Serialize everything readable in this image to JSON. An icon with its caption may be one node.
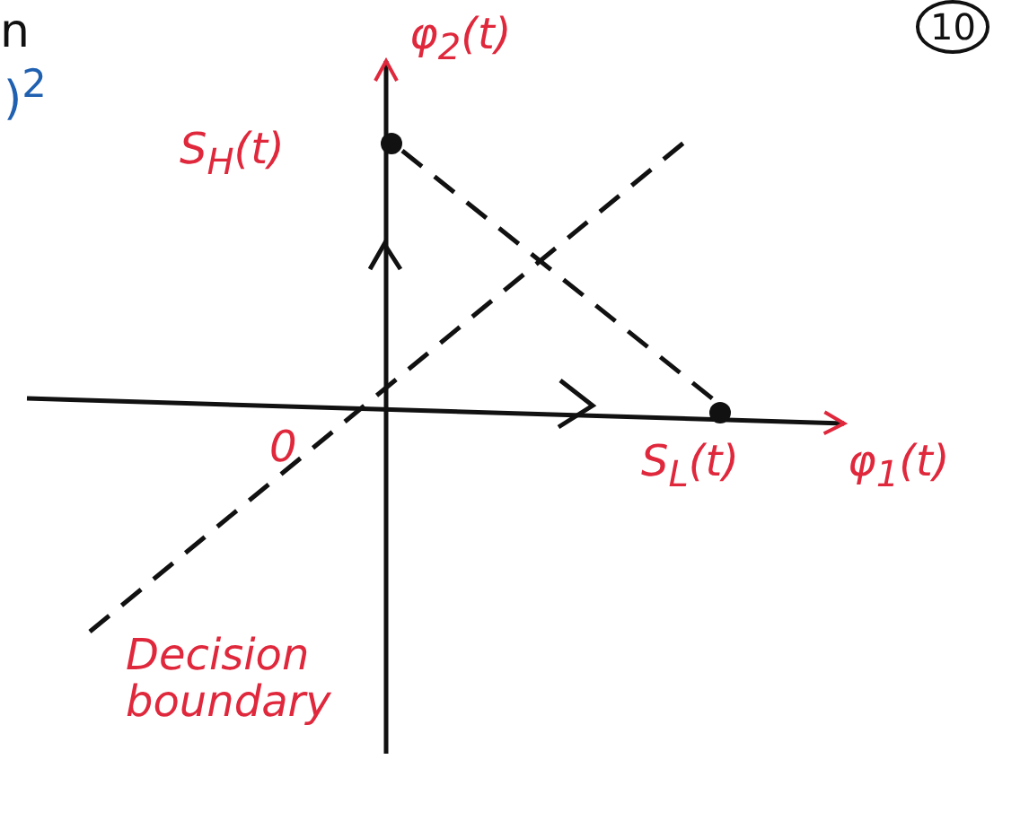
{
  "diagram": {
    "nodes": [
      {
        "text": [
          "S$_{H}$(t)"
        ]
      },
      {
        "text": [
          "S$_{L}$(t)"
        ]
      }
    ],
    "edges": [
      {
        "from": 0,
        "to": 1,
        "arrow": "none",
        "style": "dashed"
      }
    ],
    "labels": [
      "n",
      "10",
      ")$^{2}$",
      "φ$_{2}$(t)",
      "0",
      "φ$_{1}$(t)",
      "Decision boundary"
    ]
  }
}
